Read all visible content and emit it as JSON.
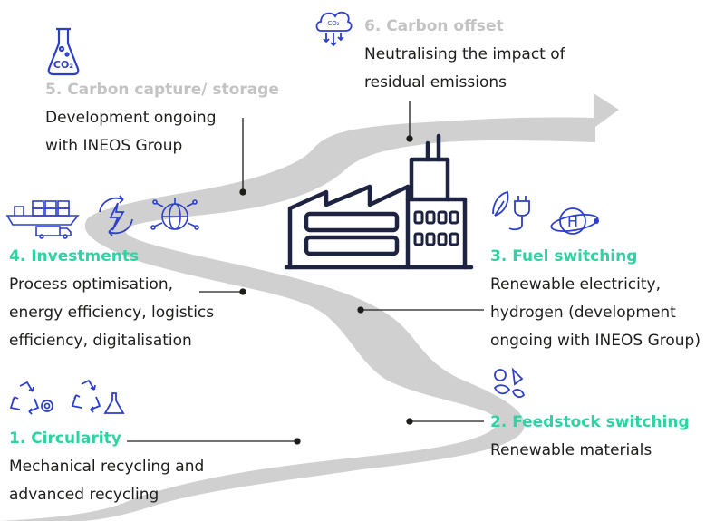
{
  "colors": {
    "accent": "#2ed3a3",
    "muted": "#c3c3c3",
    "road": "#d0d0d0",
    "icon": "#2d3fc8",
    "ink": "#1d2340"
  },
  "steps": [
    {
      "title": "1. Circularity",
      "lines": [
        "Mechanical recycling and",
        "advanced recycling"
      ],
      "icons": [
        "recycle-gear-icon",
        "recycle-flask-icon"
      ]
    },
    {
      "title": "2. Feedstock switching",
      "lines": [
        "Renewable materials"
      ],
      "icons": [
        "biomass-icon"
      ]
    },
    {
      "title": "3. Fuel switching",
      "lines": [
        "Renewable electricity,",
        "hydrogen (development",
        "ongoing with INEOS Group)"
      ],
      "icons": [
        "leaf-plug-icon",
        "hydrogen-atom-icon"
      ]
    },
    {
      "title": "4. Investments",
      "lines": [
        "Process optimisation,",
        "energy efficiency, logistics",
        "efficiency, digitalisation"
      ],
      "icons": [
        "ship-truck-icon",
        "energy-cycle-icon",
        "digital-globe-icon"
      ]
    },
    {
      "title": "5. Carbon capture/ storage",
      "lines": [
        "Development ongoing",
        "with INEOS Group"
      ],
      "icons": [
        "co2-flask-icon"
      ]
    },
    {
      "title": "6. Carbon offset",
      "lines": [
        "Neutralising the impact of",
        "residual emissions"
      ],
      "icons": [
        "co2-cloud-icon"
      ]
    }
  ],
  "icon_labels": {
    "co2": "CO₂",
    "hydrogen": "H"
  }
}
